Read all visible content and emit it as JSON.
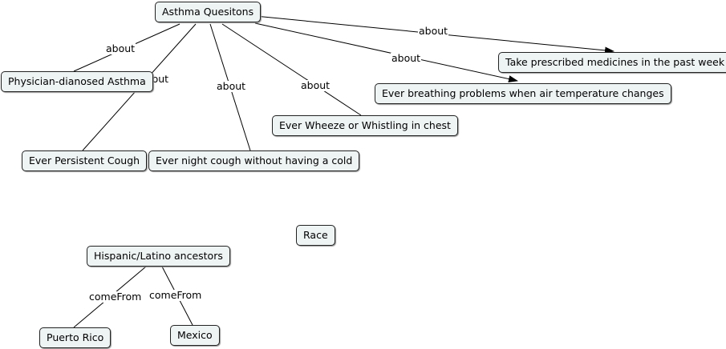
{
  "concept_map": {
    "nodes": {
      "asthma": "Asthma Quesitons",
      "physician": "Physician-dianosed Asthma",
      "persistent_cough": "Ever Persistent Cough",
      "night_cough": "Ever night cough without having a cold",
      "wheeze": "Ever Wheeze or Whistling in chest",
      "breathing": "Ever breathing problems when air temperature changes",
      "medicines": "Take prescribed medicines in the past week",
      "race": "Race",
      "hispanic": "Hispanic/Latino ancestors",
      "puerto_rico": "Puerto Rico",
      "mexico": "Mexico"
    },
    "edge_labels": {
      "about_physician": "about",
      "about_persistent_cough": "about",
      "about_night_cough": "about",
      "about_wheeze": "about",
      "about_breathing": "about",
      "about_medicines": "about",
      "comefrom_puerto_rico": "comeFrom",
      "comefrom_mexico": "comeFrom"
    }
  }
}
